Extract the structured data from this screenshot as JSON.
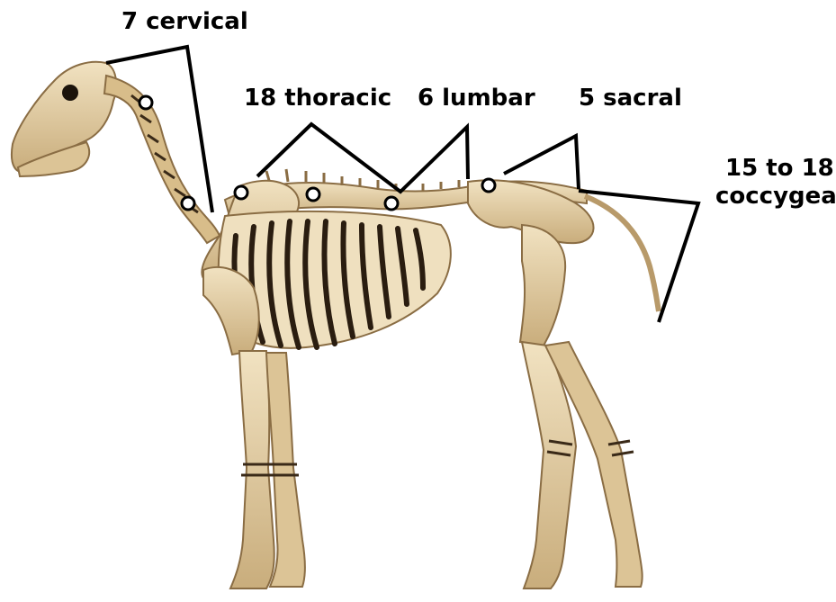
{
  "labels": {
    "cervical": "7 cervical",
    "thoracic": "18 thoracic",
    "lumbar": "6 lumbar",
    "sacral": "5 sacral",
    "coccygeal_line1": "15 to 18",
    "coccygeal_line2": "coccygeal"
  },
  "colors": {
    "bone": "#e9d6b0",
    "bone_shade": "#b89a6a",
    "bone_dark": "#3a2a18",
    "leader": "#000000",
    "marker_fill": "#ffffff"
  }
}
